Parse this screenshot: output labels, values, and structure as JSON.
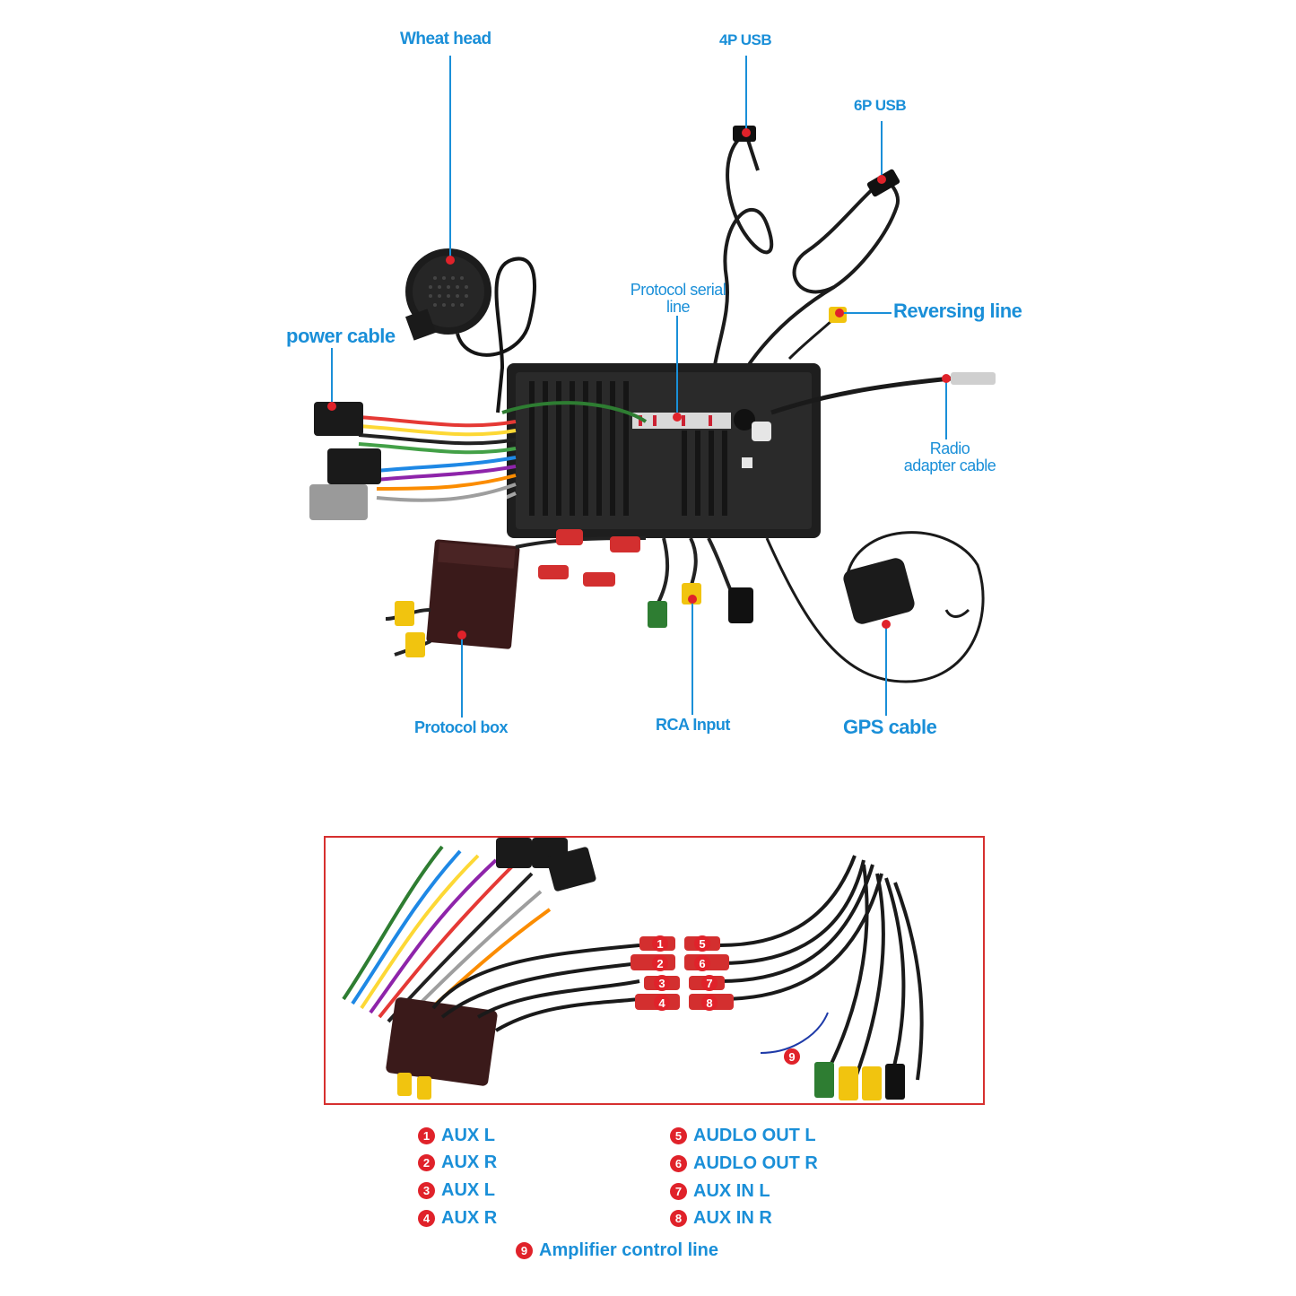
{
  "labels": {
    "wheat_head": "Wheat head",
    "usb_4p": "4P USB",
    "usb_6p": "6P USB",
    "protocol_serial_line_1": "Protocol serial",
    "protocol_serial_line_2": "line",
    "reversing_line": "Reversing line",
    "power_cable": "power cable",
    "radio_adapter_1": "Radio",
    "radio_adapter_2": "adapter cable",
    "protocol_box": "Protocol box",
    "rca_input": "RCA Input",
    "gps_cable": "GPS cable"
  },
  "inset_numbers": [
    "1",
    "2",
    "3",
    "4",
    "5",
    "6",
    "7",
    "8",
    "9"
  ],
  "legend": [
    {
      "num": "1",
      "text": "AUX L"
    },
    {
      "num": "2",
      "text": "AUX R"
    },
    {
      "num": "3",
      "text": "AUX L"
    },
    {
      "num": "4",
      "text": "AUX R"
    },
    {
      "num": "5",
      "text": "AUDLO OUT L"
    },
    {
      "num": "6",
      "text": "AUDLO OUT R"
    },
    {
      "num": "7",
      "text": "AUX IN L"
    },
    {
      "num": "8",
      "text": "AUX IN R"
    },
    {
      "num": "9",
      "text": "Amplifier control line"
    }
  ],
  "colors": {
    "label_blue": "#1a8fd8",
    "marker_red": "#e0222a",
    "frame_red": "#d6302f"
  }
}
